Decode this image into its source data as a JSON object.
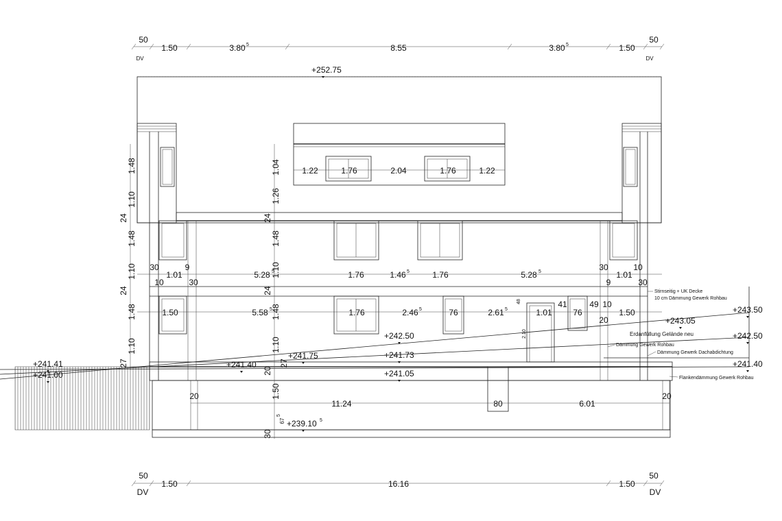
{
  "dimensions": {
    "top_chain": [
      "50",
      "1.50",
      "3.80",
      "5",
      "8.55",
      "3.80",
      "5",
      "1.50",
      "50"
    ],
    "top_dv": "DV",
    "bottom_chain": [
      "50",
      "1.50",
      "16.16",
      "1.50",
      "50"
    ],
    "bottom_dv": "DV",
    "dormer_chain": [
      "1.22",
      "1.76",
      "2.04",
      "1.76",
      "1.22"
    ],
    "upper_floor_chain": [
      "30",
      "9",
      "1.01",
      "5.28",
      "5",
      "1.76",
      "1.46",
      "5",
      "1.76",
      "5.28",
      "5",
      "30",
      "10",
      "1.01",
      "10",
      "30",
      "9",
      "30"
    ],
    "ground_floor_chain": [
      "1.50",
      "5.58",
      "5",
      "1.76",
      "2.46",
      "5",
      "76",
      "2.61",
      "5",
      "1.01",
      "41",
      "76",
      "49",
      "10",
      "20",
      "1.50",
      "48",
      "2.10"
    ],
    "basement_chain": [
      "20",
      "11.24",
      "80",
      "6.01",
      "20"
    ],
    "left_vertical": [
      "1.48",
      "1.10",
      "24",
      "1.48",
      "1.10",
      "24",
      "1.48",
      "1.10",
      "27"
    ],
    "center_vertical": [
      "1.04",
      "1.26",
      "24",
      "1.48",
      "1.10",
      "24",
      "1.48",
      "1.10",
      "27",
      "20",
      "1.50",
      "67",
      "5",
      "30"
    ]
  },
  "levels": {
    "ridge": "+252.75",
    "terrain_right_top": "+243.50",
    "terrain_right_mid": "+243.05",
    "terrain_center": "+242.50",
    "terrain_right_2": "+242.50",
    "left_1": "+241.41",
    "left_2": "+241.00",
    "center_1": "+241.40",
    "center_2": "+241.75",
    "center_3": "+241.73",
    "right_low": "+241.40",
    "slab_top": "+241.05",
    "foundation": "+239.10",
    "foundation_sup": "5"
  },
  "annotations": {
    "stirn_1": "Stirnseitig + UK Decke",
    "stirn_2": "10 cm Dämmung Gewerk Rohbau",
    "fill": "Erdanfüllung  Gelände neu",
    "insul_1": "Dämmung Gewerk Rohbau",
    "insul_2": "Dämmung Gewerk Dachabdichtung",
    "flank": "Flankendämmung Gewerk Rohbau"
  }
}
